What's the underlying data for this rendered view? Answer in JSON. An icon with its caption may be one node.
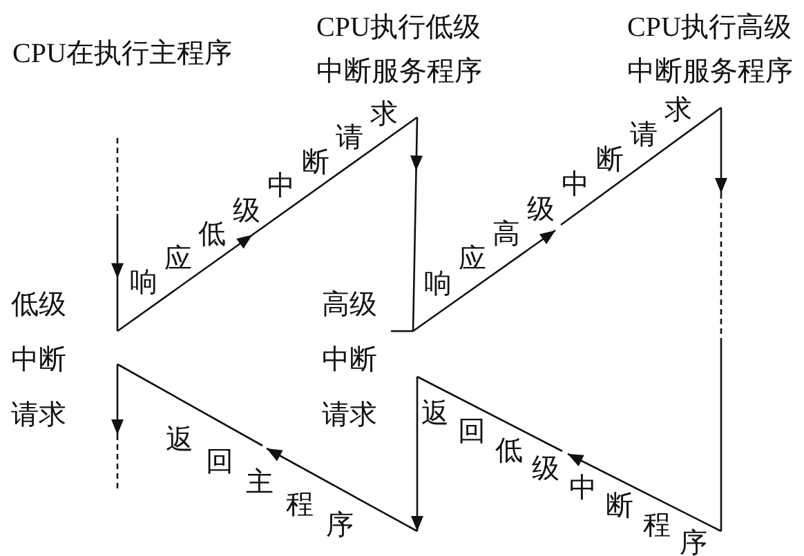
{
  "diagram": {
    "labels": [
      "CPU在执行主程序",
      "CPU执行低级中断服务程序",
      "CPU执行高级中断服务程序",
      "响应低级中断请求",
      "响应高级中断请求",
      "低级中断请求",
      "高级中断请求",
      "返回主程序",
      "返回低级中断程序"
    ]
  }
}
